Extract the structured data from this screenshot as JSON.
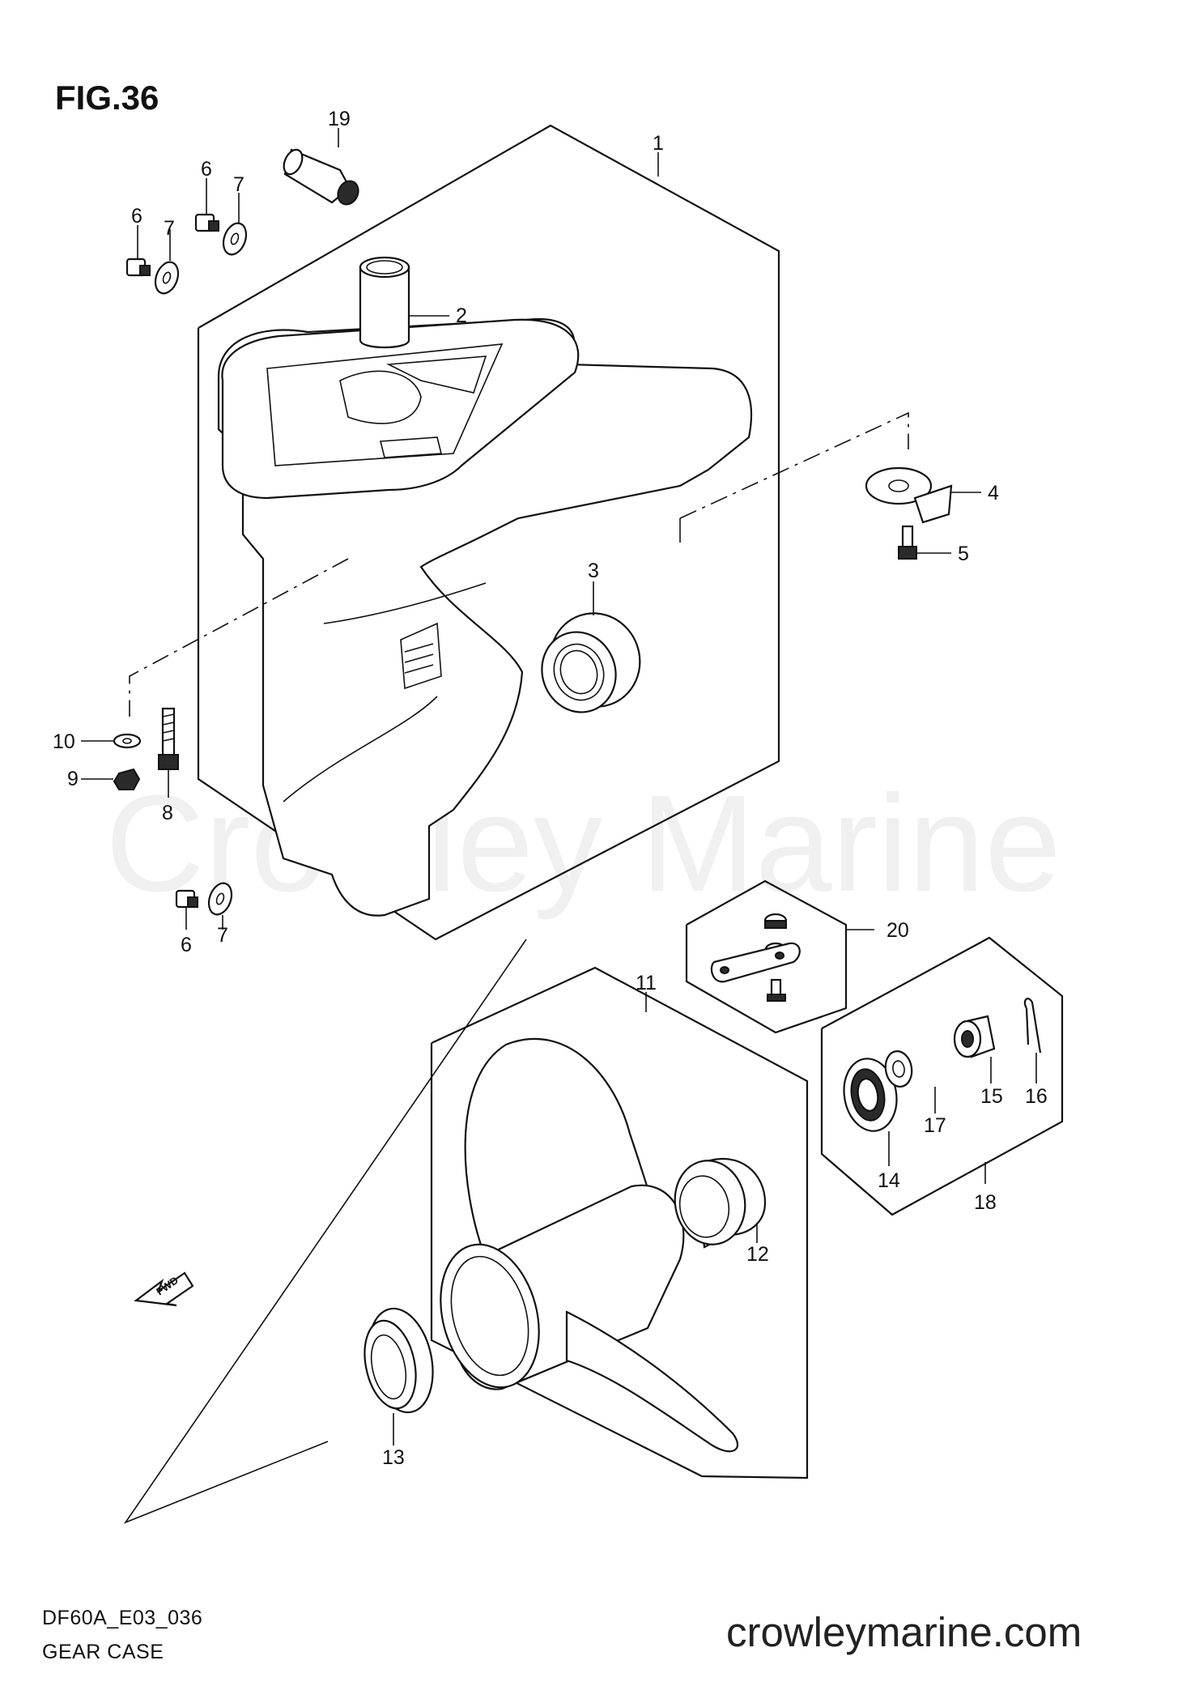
{
  "figure": {
    "title": "FIG.36",
    "code": "DF60A_E03_036",
    "caption": "GEAR CASE",
    "watermark": "Crowley Marine",
    "website": "crowleymarine.com"
  },
  "callouts": [
    "1",
    "2",
    "3",
    "4",
    "5",
    "6",
    "6",
    "6",
    "7",
    "7",
    "7",
    "8",
    "9",
    "10",
    "11",
    "12",
    "13",
    "14",
    "15",
    "16",
    "17",
    "18",
    "19",
    "20"
  ],
  "icons": {
    "direction_arrow": "fwd-arrow-icon",
    "arrow_text": "FWD"
  },
  "colors": {
    "ink": "#111111",
    "watermark": "#f0f0f0",
    "background": "#ffffff"
  }
}
